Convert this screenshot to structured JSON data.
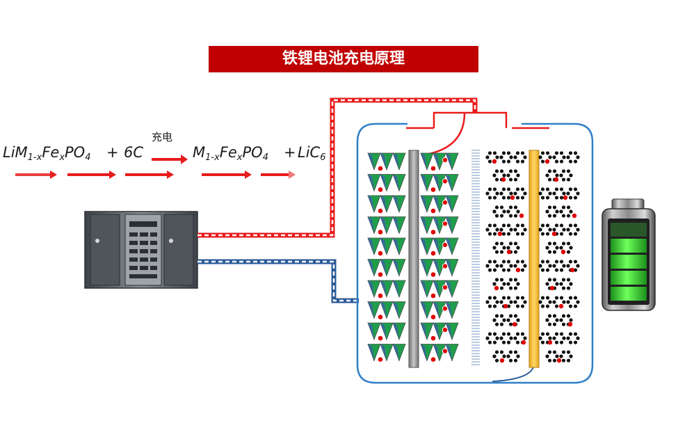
{
  "title": "铁锂电池充电原理",
  "reaction": {
    "charge_label": "充电",
    "reactant_1": {
      "a": "LiM",
      "s1": "1-x",
      "b": "Fe",
      "s2": "x",
      "c": "PO",
      "s3": "4"
    },
    "plus_1": "+",
    "reactant_2": "6C",
    "product_1": {
      "a": "M",
      "s1": "1-x",
      "b": "Fe",
      "s2": "x",
      "c": "PO",
      "s3": "4"
    },
    "plus_2": "+",
    "product_2": {
      "a": "LiC",
      "s1": "6"
    }
  },
  "colors": {
    "title_bg": "#c00000",
    "positive_wire": "#e81c1c",
    "negative_wire": "#2a5a9a",
    "cell_border": "#2f7fc8",
    "cathode_green": "#1f9e4a",
    "cathode_blue": "#3a5faa",
    "lithium_red": "#e00000",
    "current_collector_gray": "#8a8a8a",
    "anode_collector_gold": "#f3b52a",
    "battery_green": "#3dcc3d"
  },
  "icons": [
    "charger-cabinet-icon",
    "battery-charging-icon"
  ]
}
